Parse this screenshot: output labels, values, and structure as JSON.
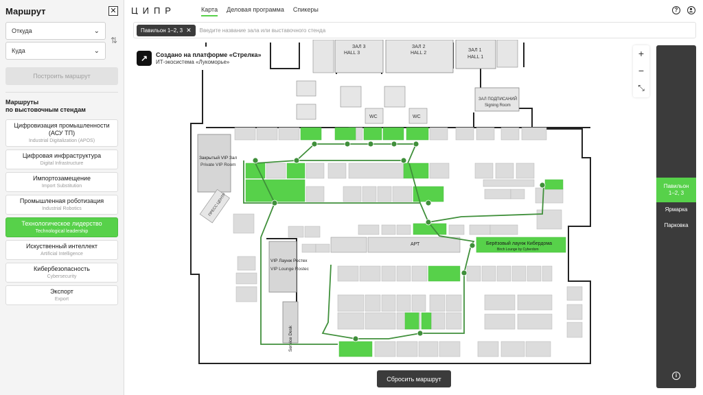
{
  "sidebar": {
    "title": "Маршрут",
    "from_placeholder": "Откуда",
    "to_placeholder": "Куда",
    "build_button": "Построить маршрут",
    "routes_title_line1": "Маршруты",
    "routes_title_line2": "по выстовочным стендам",
    "routes": [
      {
        "ru": "Цифровизация промышленности (АСУ ТП)",
        "en": "Industrial Digitalization (APOS)",
        "active": false
      },
      {
        "ru": "Цифровая инфраструктура",
        "en": "Digital Infrastructure",
        "active": false
      },
      {
        "ru": "Импортозамещение",
        "en": "Import Substitution",
        "active": false
      },
      {
        "ru": "Промышленная роботизация",
        "en": "Industrial Robotics",
        "active": false
      },
      {
        "ru": "Технологическое лидерство",
        "en": "Technological leadership",
        "active": true
      },
      {
        "ru": "Искуственный интеллект",
        "en": "Artificial Intelligence",
        "active": false
      },
      {
        "ru": "Кибербезопасность",
        "en": "Cybersecurity",
        "active": false
      },
      {
        "ru": "Экспорт",
        "en": "Export",
        "active": false
      }
    ]
  },
  "topbar": {
    "logo_text": "ЦИПР",
    "nav": [
      {
        "label": "Карта",
        "active": true
      },
      {
        "label": "Деловая программа",
        "active": false
      },
      {
        "label": "Спикеры",
        "active": false
      }
    ],
    "help_icon": "?",
    "account_icon": "account-icon"
  },
  "search": {
    "chip_label": "Павильон 1–2, 3",
    "placeholder": "Введите название зала или выставочного стенда"
  },
  "info_card": {
    "title": "Создано на платформе «Стрелка»",
    "subtitle": "ИТ-экосистема «Лукоморье»",
    "logo_glyph": "↗"
  },
  "zoom": {
    "in": "+",
    "out": "−",
    "fit": "⤡"
  },
  "reset_button": "Сбросить маршрут",
  "right_panel": {
    "items": [
      {
        "label_line1": "Павильон",
        "label_line2": "1–2, 3",
        "active": true
      },
      {
        "label_line1": "Ярмарка",
        "label_line2": "",
        "active": false
      },
      {
        "label_line1": "Парковка",
        "label_line2": "",
        "active": false
      }
    ],
    "info_icon": "i"
  },
  "map_labels": {
    "hall3_ru": "ЗАЛ 3",
    "hall3_en": "HALL 3",
    "hall2_ru": "ЗАЛ 2",
    "hall2_en": "HALL 2",
    "hall1_ru": "ЗАЛ 1",
    "hall1_en": "HALL 1",
    "signing_ru": "ЗАЛ ПОДПИСАНИЙ",
    "signing_en": "Signing Room",
    "vip_ru": "Закрытый VIP Зал",
    "vip_en": "Private VIP Room",
    "vip_lounge_ru": "VIP Лаунж Ростех",
    "vip_lounge_en": "VIP Lounge Rostec",
    "service_desk": "Service Desk",
    "art": "АРТ",
    "birch_ru": "Берёзовый лаунж Кибердома",
    "birch_en": "Birch Lounge by Cyberdom",
    "wc": "WC",
    "press": "ПРЕСС ЦЕНТР"
  },
  "colors": {
    "accent": "#57d14a",
    "dark": "#3b3b3b",
    "booth": "#dcdcdc",
    "route": "#3f8f3a"
  }
}
